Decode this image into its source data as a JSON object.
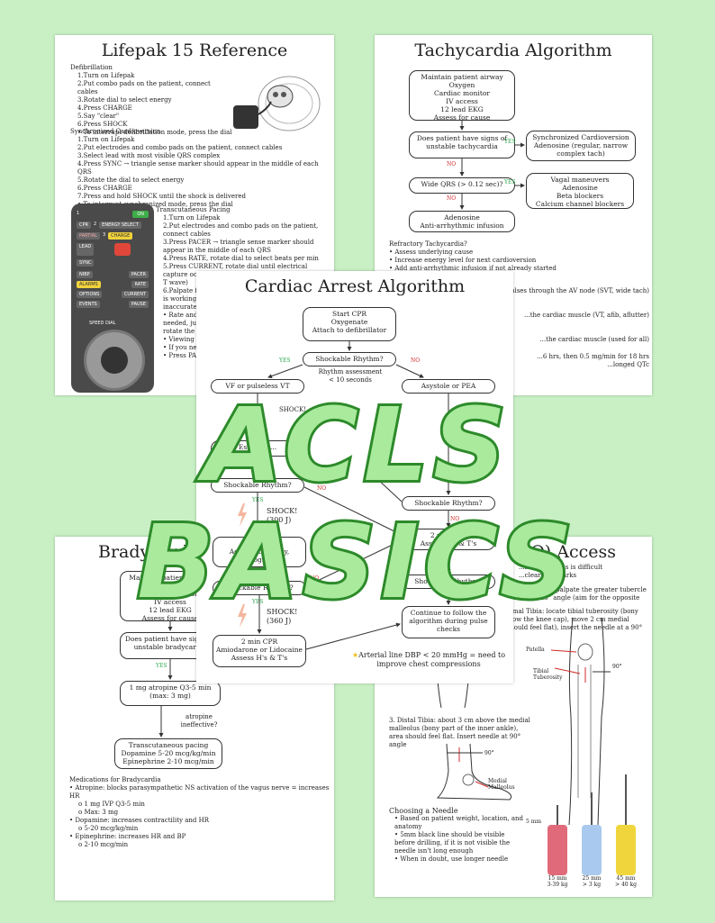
{
  "lifepak": {
    "title": "Lifepak 15 Reference",
    "defib_heading": "Defibrillation",
    "defib_steps": [
      "1.Turn on Lifepak",
      "2.Put combo pads on the patient, connect cables",
      "3.Rotate dial to select energy",
      "4.Press CHARGE",
      "5.Say \"clear\"",
      "6.Press SHOCK",
      "• To interrupt defibrillation mode, press the dial"
    ],
    "sync_heading": "Synchronized Cardioversion",
    "sync_steps": [
      "1.Turn on Lifepak",
      "2.Put electrodes and combo pads on the patient, connect cables",
      "3.Select lead with most visible QRS complex",
      "4.Press SYNC → triangle sense marker should appear in the middle of each QRS",
      "5.Rotate the dial to select energy",
      "6.Press CHARGE",
      "7.Press and hold SHOCK until the shock is delivered",
      "• To interrupt synchronized mode, press the dial"
    ],
    "pacing_heading": "Transcutaneous Pacing",
    "pacing_steps": [
      "1.Turn on Lifepak",
      "2.Put electrodes and combo pads on the patient, connect cables",
      "3.Press PACER → triangle sense marker should appear in the middle of each QRS",
      "4.Press RATE, rotate dial to select beats per min",
      "5.Press CURRENT, rotate dial until electrical capture occurs (pacer spike followed by QRS and T wave)",
      "6.Palpate fo...",
      "is working ...",
      "inaccurate ...",
      "• Rate and c...",
      "needed, ju...",
      "rotate the ...",
      "• Viewing i...",
      "• If you nee...",
      "• Press PAC..."
    ],
    "device": {
      "buttons_left": [
        "CPR",
        "PARTIAL",
        "LEAD",
        "SYNC",
        "NIBP",
        "ALARMS",
        "OPTIONS",
        "EVENTS"
      ],
      "buttons_right": [
        "ON",
        "ENERGY SELECT",
        "CHARGE",
        "PACER",
        "RATE",
        "CURRENT",
        "PAUSE"
      ],
      "numbers": [
        "1",
        "2",
        "3"
      ],
      "dial_label": "SPEED DIAL"
    }
  },
  "tachy": {
    "title": "Tachycardia Algorithm",
    "box1": "Maintain patient airway\nOxygen\nCardiac monitor\nIV access\n12 lead EKG\nAssess for cause",
    "box2": "Does patient have signs of unstable tachycardia",
    "box3": "Synchronized Cardioversion\nAdenosine (regular, narrow complex tach)",
    "box4": "Wide QRS (> 0.12 sec)?",
    "box5": "Vagal maneuvers\nAdenosine\nBeta blockers\nCalcium channel blockers",
    "box6": "Adenosine\nAnti-arrhythmic infusion",
    "yes": "YES",
    "no": "NO",
    "refractory_heading": "Refractory Tachycardia?",
    "refractory_items": [
      "• Assess underlying cause",
      "• Increase energy level for next cardioversion",
      "• Add anti-arrhythmic infusion if not already started"
    ],
    "meds_fragments": [
      "...ed impulses through the AV node (SVT, wide tach)",
      "...the cardiac muscle (VT, afib, aflutter)",
      "...the cardiac muscle (used for all)",
      "...6 hrs, then 0.5 mg/min for 18 hrs",
      "...longed QTc"
    ]
  },
  "arrest": {
    "title": "Cardiac Arrest Algorithm",
    "start": "Start CPR\nOxygenate\nAttach to defibrillator",
    "shockable1": "Shockable Rhythm?",
    "rhythm_note": "Rhythm assessment\n< 10 seconds",
    "vf": "VF or pulseless VT",
    "asystole": "Asystole or PEA",
    "shock1": "SHOCK!",
    "establish": "Establish...",
    "shockable2": "Shockable Rhythm?",
    "shock2": "SHOCK!\n(300 J)",
    "cpr2": "2 min CPR\nAdvanced airway, capnography",
    "shockable3": "Shockable Rhythm?",
    "shock3": "SHOCK!\n(360 J)",
    "cpr3": "2 min CPR\nAmiodarone or Lidocaine\nAssess H's & T's",
    "shockable_r1": "Shockable Rhythm?",
    "cpr_r": "2 min CPR\nAssess H's & T's",
    "shockable_r2": "Shockable Rhythm?",
    "continue": "Continue to follow the algorithm during pulse checks",
    "arterial_note": "Arterial line DBP < 20 mmHg = need to improve chest compressions",
    "yes": "YES",
    "no": "NO"
  },
  "brady": {
    "title": "Bradycardia Algorithm",
    "box1": "Maintain patient airway\nOxygen\nCardiac monitor\nIV access\n12 lead EKG\nAssess for cause",
    "box2": "Does patient have signs of unstable bradycardia",
    "yes": "YES",
    "box3": "1 mg atropine Q3-5 min\n(max: 3 mg)",
    "atropine_note": "atropine\nineffective?",
    "box4": "Transcutaneous pacing\nDopamine 5-20 mcg/kg/min\nEpinephrine 2-10 mcg/min",
    "meds_heading": "Medications for Bradycardia",
    "meds": [
      "• Atropine: blocks parasympathetic NS activation of the vagus nerve = increases HR",
      "   o 1 mg IVP Q3-5 min",
      "   o Max: 3 mg",
      "• Dopamine: increases contractility and HR",
      "   o 5-20 mcg/kg/min",
      "• Epinephrine: increases HR and BP",
      "   o 2-10 mcg/min"
    ]
  },
  "io": {
    "title": "Intraosseous (IO) Access",
    "intro": [
      "...hen IV access is difficult",
      "...clear landmarks"
    ],
    "text1": [
      "...b facing down, palpate the greater tubercle",
      "...eedle at a 45° angle (aim for the opposite",
      "...ximal Tibia: locate tibial tuberosity (bony",
      "...elow the knee cap), move 2 cm medial",
      "...should feel flat), insert the needle at a 90°"
    ],
    "distal": "3. Distal Tibia: about 3 cm above the medial malleolus (bony part of the inner ankle), area should feel flat. Insert needle at 90° angle",
    "patella": "Patella",
    "tibial": "Tibial\nTuberosity",
    "deg1": "90°",
    "deg2": "90°",
    "medial": "Medial\nMalleolus",
    "choosing_heading": "Choosing a Needle",
    "choosing_items": [
      "• Based on patient weight, location, and anatomy",
      "• 5mm black line should be visible before drilling, if it is not visible the needle isn't long enough",
      "• When in doubt, use longer needle"
    ],
    "needle_mark": "5 mm",
    "needles": [
      {
        "size": "15 mm",
        "weight": "3-39 kg",
        "color": "#e06a7a"
      },
      {
        "size": "25 mm",
        "weight": "> 3 kg",
        "color": "#a9c9ee"
      },
      {
        "size": "45 mm",
        "weight": "> 40 kg",
        "color": "#f0d63c"
      }
    ]
  },
  "banner": "ACLS BASICS"
}
